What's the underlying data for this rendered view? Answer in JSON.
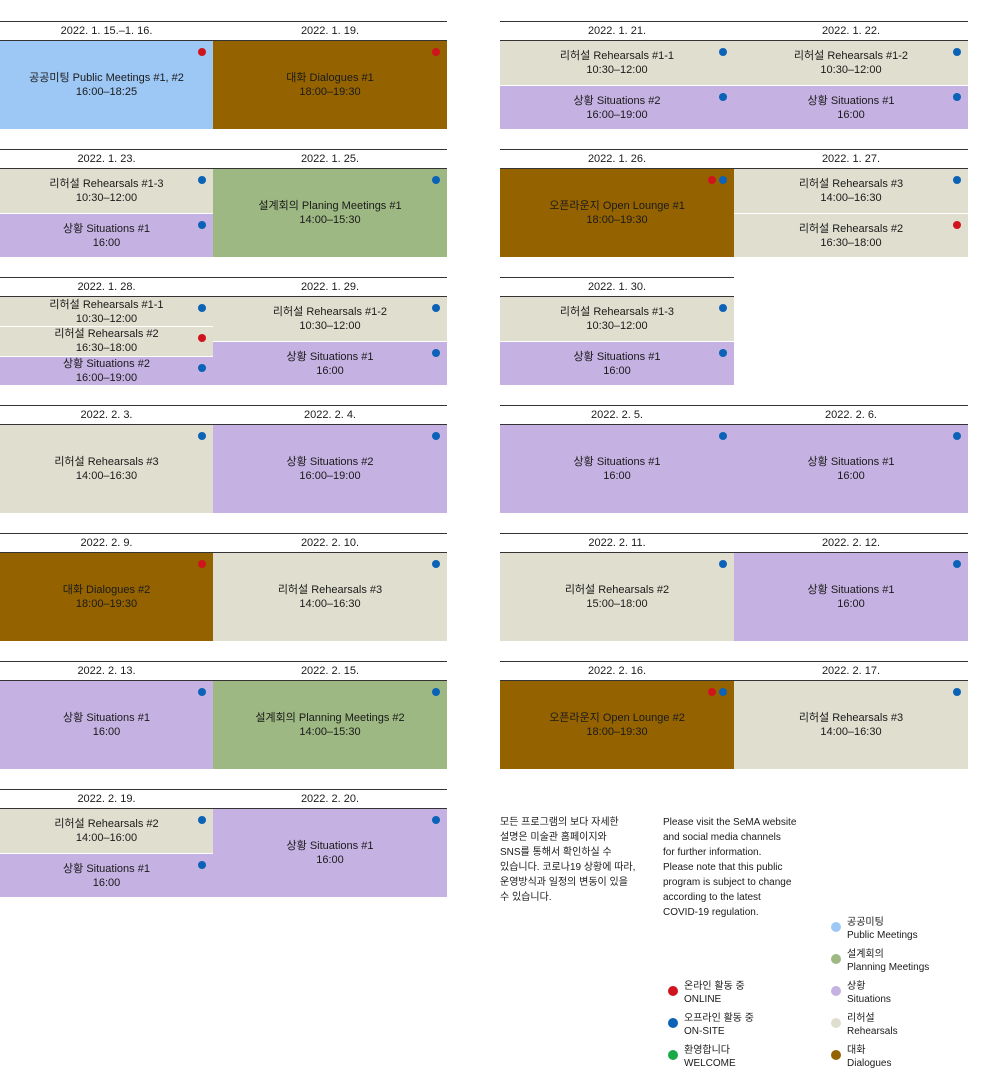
{
  "colors": {
    "public": "#9DC8F5",
    "planning": "#9DB882",
    "situations": "#C5B1E2",
    "rehearsals": "#DFDECF",
    "dialogues": "#946300",
    "online": "#D0141D",
    "onsite": "#0B62B6",
    "welcome": "#19A948"
  },
  "days": [
    {
      "date": "2022. 1. 15.–1. 16.",
      "events": [
        {
          "cat": "public",
          "title": "공공미팅 Public Meetings #1, #2",
          "time": "16:00–18:25",
          "dots": [
            "online"
          ]
        }
      ]
    },
    {
      "date": "2022. 1. 19.",
      "events": [
        {
          "cat": "dialogues",
          "title": "대화 Dialogues #1",
          "time": "18:00–19:30",
          "dots": [
            "online"
          ]
        }
      ]
    },
    {
      "date": "2022. 1. 21.",
      "events": [
        {
          "cat": "rehearsals",
          "title": "리허설 Rehearsals #1-1",
          "time": "10:30–12:00",
          "dots": [
            "onsite"
          ]
        },
        {
          "cat": "situations",
          "title": "상황 Situations #2",
          "time": "16:00–19:00",
          "dots": [
            "onsite"
          ]
        }
      ]
    },
    {
      "date": "2022. 1. 22.",
      "events": [
        {
          "cat": "rehearsals",
          "title": "리허설 Rehearsals #1-2",
          "time": "10:30–12:00",
          "dots": [
            "onsite"
          ]
        },
        {
          "cat": "situations",
          "title": "상황 Situations #1",
          "time": "16:00",
          "dots": [
            "onsite"
          ]
        }
      ]
    },
    {
      "date": "2022. 1. 23.",
      "events": [
        {
          "cat": "rehearsals",
          "title": "리허설 Rehearsals #1-3",
          "time": "10:30–12:00",
          "dots": [
            "onsite"
          ]
        },
        {
          "cat": "situations",
          "title": "상황 Situations #1",
          "time": "16:00",
          "dots": [
            "onsite"
          ]
        }
      ]
    },
    {
      "date": "2022. 1. 25.",
      "events": [
        {
          "cat": "planning",
          "title": "설계회의 Planing Meetings #1",
          "time": "14:00–15:30",
          "dots": [
            "onsite"
          ]
        }
      ]
    },
    {
      "date": "2022. 1. 26.",
      "events": [
        {
          "cat": "dialogues",
          "title": "오픈라운지 Open Lounge #1",
          "time": "18:00–19:30",
          "dots": [
            "online",
            "onsite"
          ]
        }
      ]
    },
    {
      "date": "2022. 1. 27.",
      "events": [
        {
          "cat": "rehearsals",
          "title": "리허설 Rehearsals #3",
          "time": "14:00–16:30",
          "dots": [
            "onsite"
          ]
        },
        {
          "cat": "rehearsals",
          "title": "리허설 Rehearsals #2",
          "time": "16:30–18:00",
          "dots": [
            "online"
          ]
        }
      ]
    },
    {
      "date": "2022. 1. 28.",
      "events": [
        {
          "cat": "rehearsals",
          "title": "리허설 Rehearsals #1-1",
          "time": "10:30–12:00",
          "dots": [
            "onsite"
          ]
        },
        {
          "cat": "rehearsals",
          "title": "리허설 Rehearsals #2",
          "time": "16:30–18:00",
          "dots": [
            "online"
          ]
        },
        {
          "cat": "situations",
          "title": "상황 Situations #2",
          "time": "16:00–19:00",
          "dots": [
            "onsite"
          ]
        }
      ]
    },
    {
      "date": "2022. 1. 29.",
      "events": [
        {
          "cat": "rehearsals",
          "title": "리허설 Rehearsals #1-2",
          "time": "10:30–12:00",
          "dots": [
            "onsite"
          ]
        },
        {
          "cat": "situations",
          "title": "상황 Situations #1",
          "time": "16:00",
          "dots": [
            "onsite"
          ]
        }
      ]
    },
    {
      "date": "2022. 1. 30.",
      "events": [
        {
          "cat": "rehearsals",
          "title": "리허설 Rehearsals #1-3",
          "time": "10:30–12:00",
          "dots": [
            "onsite"
          ]
        },
        {
          "cat": "situations",
          "title": "상황 Situations #1",
          "time": "16:00",
          "dots": [
            "onsite"
          ]
        }
      ]
    },
    {
      "date": "2022. 2. 3.",
      "events": [
        {
          "cat": "rehearsals",
          "title": "리허설 Rehearsals #3",
          "time": "14:00–16:30",
          "dots": [
            "onsite"
          ]
        }
      ]
    },
    {
      "date": "2022. 2. 4.",
      "events": [
        {
          "cat": "situations",
          "title": "상황 Situations #2",
          "time": "16:00–19:00",
          "dots": [
            "onsite"
          ]
        }
      ]
    },
    {
      "date": "2022. 2. 5.",
      "events": [
        {
          "cat": "situations",
          "title": "상황 Situations #1",
          "time": "16:00",
          "dots": [
            "onsite"
          ]
        }
      ]
    },
    {
      "date": "2022. 2. 6.",
      "events": [
        {
          "cat": "situations",
          "title": "상황 Situations #1",
          "time": "16:00",
          "dots": [
            "onsite"
          ]
        }
      ]
    },
    {
      "date": "2022. 2. 9.",
      "events": [
        {
          "cat": "dialogues",
          "title": "대화 Dialogues #2",
          "time": "18:00–19:30",
          "dots": [
            "online"
          ]
        }
      ]
    },
    {
      "date": "2022. 2. 10.",
      "events": [
        {
          "cat": "rehearsals",
          "title": "리허설 Rehearsals #3",
          "time": "14:00–16:30",
          "dots": [
            "onsite"
          ]
        }
      ]
    },
    {
      "date": "2022. 2. 11.",
      "events": [
        {
          "cat": "rehearsals",
          "title": "리허설 Rehearsals #2",
          "time": "15:00–18:00",
          "dots": [
            "onsite"
          ]
        }
      ]
    },
    {
      "date": "2022. 2. 12.",
      "events": [
        {
          "cat": "situations",
          "title": "상황 Situations #1",
          "time": "16:00",
          "dots": [
            "onsite"
          ]
        }
      ]
    },
    {
      "date": "2022. 2. 13.",
      "events": [
        {
          "cat": "situations",
          "title": "상황 Situations #1",
          "time": "16:00",
          "dots": [
            "onsite"
          ]
        }
      ]
    },
    {
      "date": "2022. 2. 15.",
      "events": [
        {
          "cat": "planning",
          "title": "설계회의 Planning Meetings #2",
          "time": "14:00–15:30",
          "dots": [
            "onsite"
          ]
        }
      ]
    },
    {
      "date": "2022. 2. 16.",
      "events": [
        {
          "cat": "dialogues",
          "title": "오픈라운지 Open Lounge #2",
          "time": "18:00–19:30",
          "dots": [
            "online",
            "onsite"
          ]
        }
      ]
    },
    {
      "date": "2022. 2. 17.",
      "events": [
        {
          "cat": "rehearsals",
          "title": "리허설 Rehearsals #3",
          "time": "14:00–16:30",
          "dots": [
            "onsite"
          ]
        }
      ]
    },
    {
      "date": "2022. 2. 19.",
      "events": [
        {
          "cat": "rehearsals",
          "title": "리허설 Rehearsals #2",
          "time": "14:00–16:00",
          "dots": [
            "onsite"
          ]
        },
        {
          "cat": "situations",
          "title": "상황 Situations #1",
          "time": "16:00",
          "dots": [
            "onsite"
          ]
        }
      ]
    },
    {
      "date": "2022. 2. 20.",
      "events": [
        {
          "cat": "situations",
          "title": "상황 Situations #1",
          "time": "16:00",
          "dots": [
            "onsite"
          ]
        }
      ]
    }
  ],
  "notes": {
    "korean": [
      "모든 프로그램의 보다 자세한",
      "설명은 미술관 홈페이지와",
      "SNS를 통해서 확인하실 수",
      "있습니다. 코로나19 상황에 따라,",
      "운영방식과 일정의 변동이 있을",
      "수 있습니다."
    ],
    "english": [
      "Please visit the SeMA website",
      "and social media channels",
      "for further information.",
      "Please note that this public",
      "program is subject to change",
      "according to the latest",
      "COVID-19 regulation."
    ]
  },
  "legend": {
    "status": [
      {
        "key": "online",
        "ko": "온라인 활동 중",
        "en": "ONLINE"
      },
      {
        "key": "onsite",
        "ko": "오프라인 활동 중",
        "en": "ON-SITE"
      },
      {
        "key": "welcome",
        "ko": "환영합니다",
        "en": "WELCOME"
      }
    ],
    "categories": [
      {
        "key": "public",
        "ko": "공공미팅",
        "en": "Public Meetings"
      },
      {
        "key": "planning",
        "ko": "설계회의",
        "en": "Planning Meetings"
      },
      {
        "key": "situations",
        "ko": "상황",
        "en": "Situations"
      },
      {
        "key": "rehearsals",
        "ko": "리허설",
        "en": "Rehearsals"
      },
      {
        "key": "dialogues",
        "ko": "대화",
        "en": "Dialogues"
      }
    ]
  }
}
